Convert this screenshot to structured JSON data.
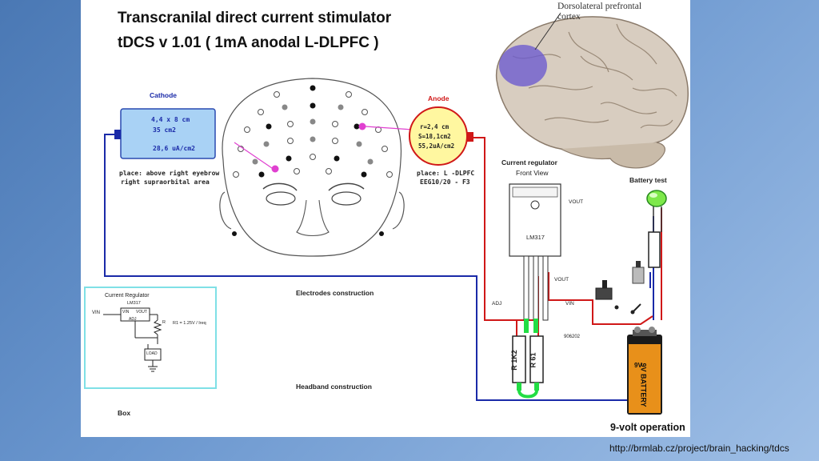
{
  "title_line1": "Transcranilal direct current stimulator",
  "title_line2": "tDCS  v 1.01    ( 1mA anodal L-DLPFC )",
  "brain_label": "Dorsolateral prefrontal cortex",
  "cathode": {
    "heading": "Cathode",
    "size": "4,4 x 8 cm",
    "area": "35 cm2",
    "density": "28,6 uA/cm2",
    "place_line1": "place: above right eyebrow",
    "place_line2": "right supraorbital area"
  },
  "anode": {
    "heading": "Anode",
    "radius": "r=2,4 cm",
    "area": "S=18,1cm2",
    "density": "55,2uA/cm2",
    "place_line1": "place: L -DLPFC",
    "place_line2": "EEG10/20 - F3"
  },
  "regulator": {
    "heading": "Current regulator",
    "view": "Front View",
    "chip": "LM317",
    "vout_top": "VOUT",
    "vout_pin": "VOUT",
    "adj_pin": "ADJ",
    "vin_pin": "VIN",
    "part_code": "906202"
  },
  "resistors": {
    "r1": "R 1K2",
    "r2": "R 61"
  },
  "battery_test": "Battery test",
  "battery_label": "9V BATTERY",
  "battery_brand": "9V",
  "operation": "9-volt operation",
  "sections": {
    "electrodes": "Electrodes construction",
    "headband": "Headband construction",
    "box": "Box"
  },
  "schematic": {
    "title": "Current Regulator",
    "chip": "LM317",
    "vin": "VIN",
    "vin_pin": "VIN",
    "vout_pin": "VOUT",
    "adj": "ADJ",
    "r": "R",
    "formula": "R1 = 1.25V / Ireq",
    "load": "LOAD"
  },
  "source_url": "http://brmlab.cz/project/brain_hacking/tdcs",
  "colors": {
    "background": "#5a86c2",
    "wire_blue": "#1a2aa8",
    "wire_red": "#d01818",
    "cathode_fill": "#a9d2f5",
    "anode_fill": "#fff7a0",
    "electrode_pink": "#e040d0",
    "brain_highlight": "#6a5ad0",
    "schematic_border": "#7fe0e6"
  }
}
